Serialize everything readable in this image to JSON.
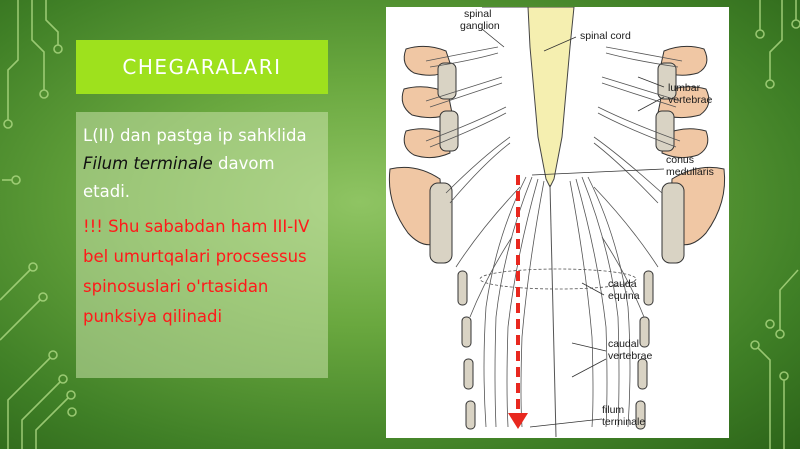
{
  "slide": {
    "title": "CHEGARALARI",
    "text": {
      "line1_part1": "L(II) dan pastga ip sahklida ",
      "line1_italic": "Filum terminale",
      "line1_part2": " davom etadi.",
      "warning": "!!! Shu sababdan ham III-IV bel umurtqalari procsessus spinosuslari o'rtasidan punksiya qilinadi"
    }
  },
  "figure": {
    "labels": {
      "spinal_ganglion_1": "spinal",
      "spinal_ganglion_2": "ganglion",
      "spinal_cord": "spinal cord",
      "lumbar_1": "lumbar",
      "lumbar_2": "vertebrae",
      "conus_1": "conus",
      "conus_2": "medullaris",
      "cauda_1": "cauda",
      "cauda_2": "equina",
      "caudal_1": "caudal",
      "caudal_2": "vertebrae",
      "filum_1": "filum",
      "filum_2": "terminale"
    }
  },
  "colors": {
    "title_bg": "#9ee11d",
    "warning_text": "#ff1a1a",
    "arrow": "#e8281f",
    "bone": "#f0c7a4",
    "cord": "#f5efb0"
  }
}
